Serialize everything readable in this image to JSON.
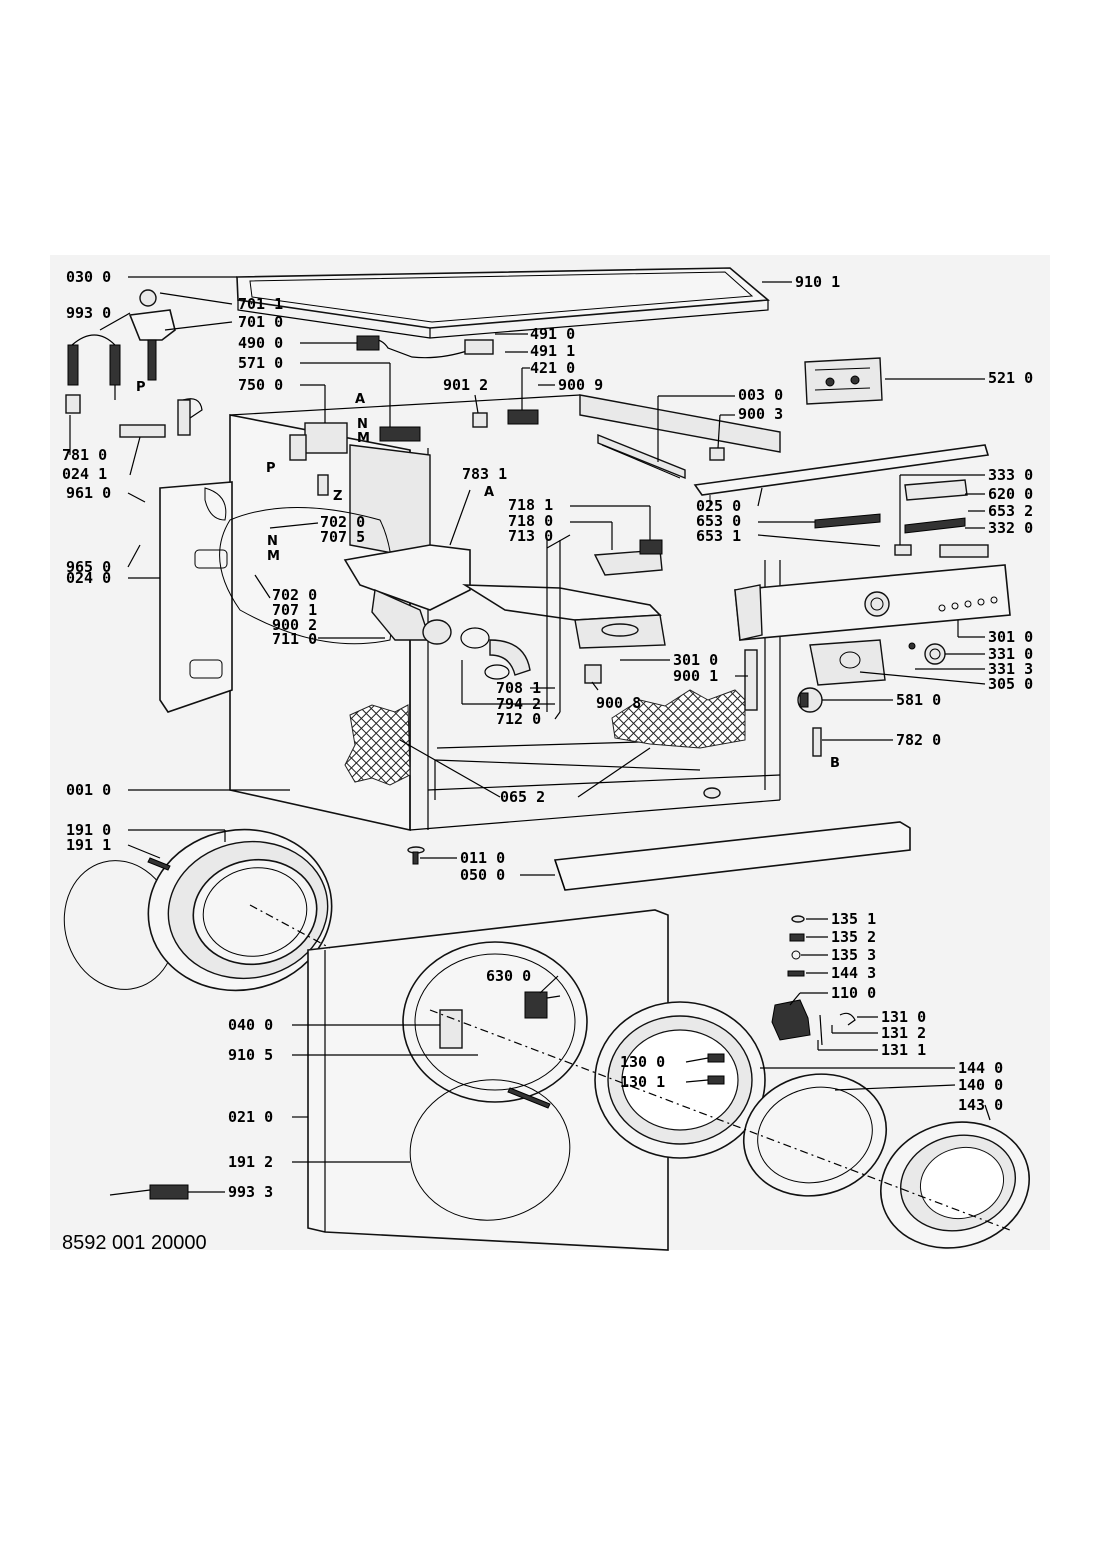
{
  "document_number": "8592 001 20000",
  "letter_markers": [
    "A",
    "N",
    "M",
    "P",
    "Z",
    "A",
    "N",
    "M",
    "P",
    "B"
  ],
  "callouts": [
    "030 0",
    "701 1",
    "701 0",
    "993 0",
    "490 0",
    "571 0",
    "750 0",
    "781 0",
    "024 1",
    "961 0",
    "965 0",
    "024 0",
    "702 0",
    "707 5",
    "702 0",
    "707 1",
    "900 2",
    "711 0",
    "910 1",
    "491 0",
    "491 1",
    "421 0",
    "900 9",
    "901 2",
    "003 0",
    "900 3",
    "521 0",
    "783 1",
    "718 1",
    "718 0",
    "713 0",
    "025 0",
    "653 0",
    "653 1",
    "333 0",
    "620 0",
    "653 2",
    "332 0",
    "301 0",
    "331 0",
    "331 3",
    "305 0",
    "301 0",
    "900 1",
    "708 1",
    "794 2",
    "712 0",
    "900 8",
    "581 0",
    "782 0",
    "001 0",
    "065 2",
    "191 0",
    "191 1",
    "011 0",
    "050 0",
    "135 1",
    "135 2",
    "135 3",
    "144 3",
    "110 0",
    "131 0",
    "131 2",
    "131 1",
    "630 0",
    "040 0",
    "910 5",
    "130 0",
    "130 1",
    "144 0",
    "140 0",
    "143 0",
    "021 0",
    "191 2",
    "993 3"
  ]
}
